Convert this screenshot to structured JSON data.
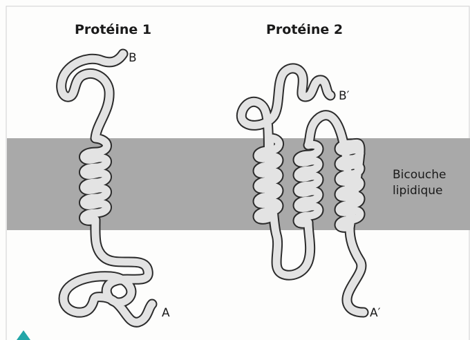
{
  "proteins": [
    {
      "title": "Protéine 1",
      "terminal_top": "B",
      "terminal_bottom": "A"
    },
    {
      "title": "Protéine 2",
      "terminal_top": "B′",
      "terminal_bottom": "A′"
    }
  ],
  "membrane": {
    "label_line1": "Bicouche",
    "label_line2": "lipidique"
  },
  "colors": {
    "membrane": "#a9a9a9",
    "background": "#fdfdfc",
    "chain_outline": "#2b2b2b",
    "chain_fill": "#e3e3e3",
    "corner_marker": "#23a6a8"
  }
}
